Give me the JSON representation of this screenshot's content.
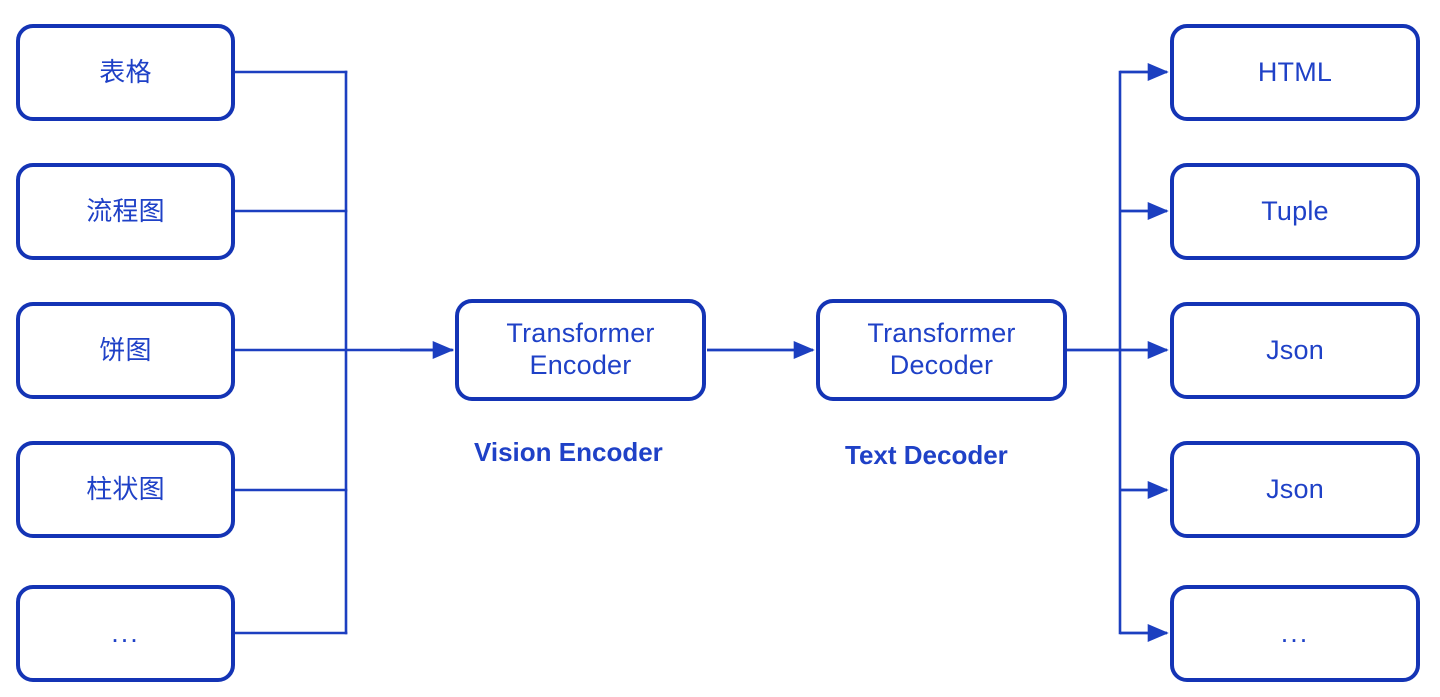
{
  "diagram": {
    "title": "Vision Encoder Text Decoder Pipeline",
    "colors": {
      "border": "#1434b5",
      "text": "#1f41c7",
      "wire": "#1c3fc0",
      "background": "#ffffff"
    },
    "inputs": [
      {
        "label": "表格",
        "name": "input-table"
      },
      {
        "label": "流程图",
        "name": "input-flowchart"
      },
      {
        "label": "饼图",
        "name": "input-pie-chart"
      },
      {
        "label": "柱状图",
        "name": "input-bar-chart"
      },
      {
        "label": "...",
        "name": "input-more"
      }
    ],
    "modules": [
      {
        "label": "Transformer\nEncoder",
        "line1": "Transformer",
        "line2": "Encoder",
        "caption": "Vision Encoder",
        "name": "transformer-encoder"
      },
      {
        "label": "Transformer\nDecoder",
        "line1": "Transformer",
        "line2": "Decoder",
        "caption": "Text Decoder",
        "name": "transformer-decoder"
      }
    ],
    "outputs": [
      {
        "label": "HTML",
        "name": "output-html"
      },
      {
        "label": "Tuple",
        "name": "output-tuple"
      },
      {
        "label": "Json",
        "name": "output-json-1"
      },
      {
        "label": "Json",
        "name": "output-json-2"
      },
      {
        "label": "...",
        "name": "output-more"
      }
    ]
  }
}
